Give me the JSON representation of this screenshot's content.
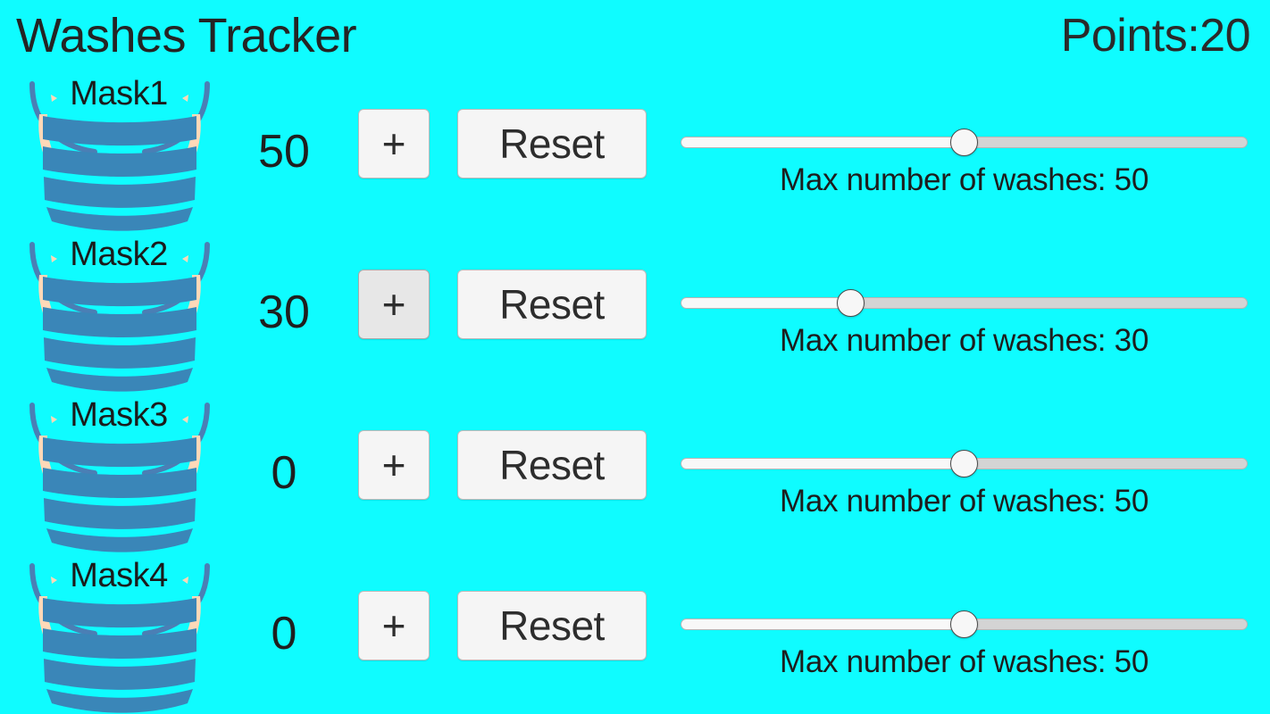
{
  "header": {
    "title": "Washes Tracker",
    "points_label": "Points:20"
  },
  "colors": {
    "background": "#0ffcff",
    "text": "#262626",
    "button_face": "#f5f5f5",
    "button_pressed": "#e7e7e7",
    "mask_body": "#3a86b8",
    "mask_strap": "#4a7fb5",
    "mask_ear": "#ffd9b8"
  },
  "rows": [
    {
      "mask_label": "Mask1",
      "mask_icon": "face-mask-icon",
      "count": "50",
      "plus_label": "+",
      "reset_label": "Reset",
      "plus_pressed": false,
      "slider_value": 50,
      "slider_min": 0,
      "slider_max": 100,
      "slider_caption": "Max number of washes: 50"
    },
    {
      "mask_label": "Mask2",
      "mask_icon": "face-mask-icon",
      "count": "30",
      "plus_label": "+",
      "reset_label": "Reset",
      "plus_pressed": true,
      "slider_value": 30,
      "slider_min": 0,
      "slider_max": 100,
      "slider_caption": "Max number of washes: 30"
    },
    {
      "mask_label": "Mask3",
      "mask_icon": "face-mask-icon",
      "count": "0",
      "plus_label": "+",
      "reset_label": "Reset",
      "plus_pressed": false,
      "slider_value": 50,
      "slider_min": 0,
      "slider_max": 100,
      "slider_caption": "Max number of washes: 50"
    },
    {
      "mask_label": "Mask4",
      "mask_icon": "face-mask-icon",
      "count": "0",
      "plus_label": "+",
      "reset_label": "Reset",
      "plus_pressed": false,
      "slider_value": 50,
      "slider_min": 0,
      "slider_max": 100,
      "slider_caption": "Max number of washes: 50"
    }
  ]
}
